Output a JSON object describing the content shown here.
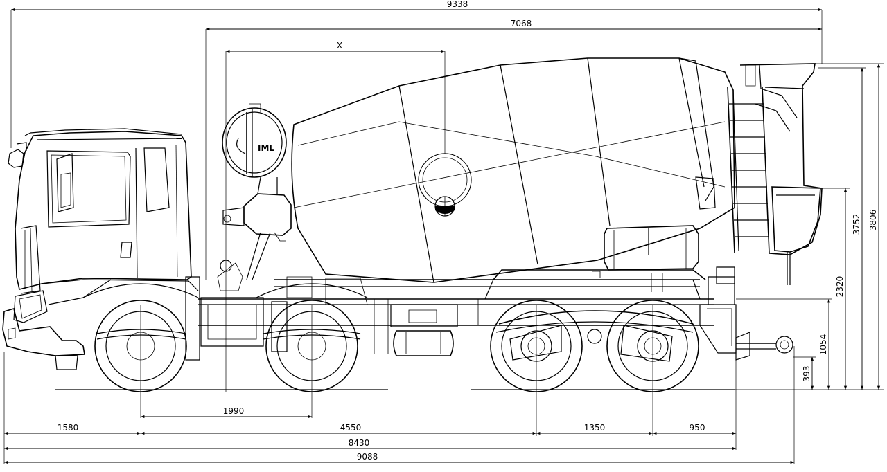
{
  "dimensions": {
    "overall_height": "9338",
    "drum_length": "7068",
    "drum_x": "X",
    "wheelbase_a": "1990",
    "front_overhang": "1580",
    "wheelbase_b": "4550",
    "tandem_spacing": "1350",
    "rear_overhang": "950",
    "total_wheelbase": "8430",
    "overall_length": "9088",
    "height_total": "3806",
    "height_drum": "3752",
    "height_hopper": "2320",
    "height_frame": "1054",
    "height_hitch": "393"
  },
  "drum_logo": "IML"
}
